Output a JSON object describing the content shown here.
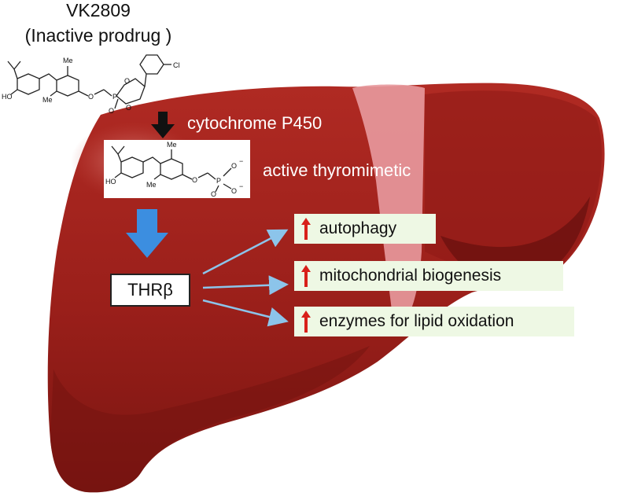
{
  "drug": {
    "name": "VK2809",
    "descriptor": "(Inactive prodrug )"
  },
  "metabolism": {
    "enzyme_label": "cytochrome P450",
    "product_label": "active thyromimetic"
  },
  "receptor": {
    "label": "THRβ"
  },
  "effects": [
    {
      "label": "autophagy"
    },
    {
      "label": "mitochondrial biogenesis"
    },
    {
      "label": "enzymes for lipid oxidation"
    }
  ],
  "prodrug_structure": {
    "atoms": [
      "HO",
      "Me",
      "Me",
      "O",
      "P",
      "O",
      "O",
      "O",
      "Cl"
    ]
  },
  "active_structure": {
    "atoms": [
      "HO",
      "Me",
      "Me",
      "O",
      "P",
      "O",
      "O",
      "O"
    ],
    "charges": [
      "−",
      "−"
    ]
  },
  "colors": {
    "liver": "#a3231e",
    "liver_dark": "#6e120f",
    "gallbladder_band": "#e89a9e",
    "blue_arrow": "#3c8ee0",
    "up_arrow": "#d8201a",
    "thin_arrow": "#8cc4ea",
    "effect_box": "#eef8e4",
    "step_text": "#ffffff"
  }
}
